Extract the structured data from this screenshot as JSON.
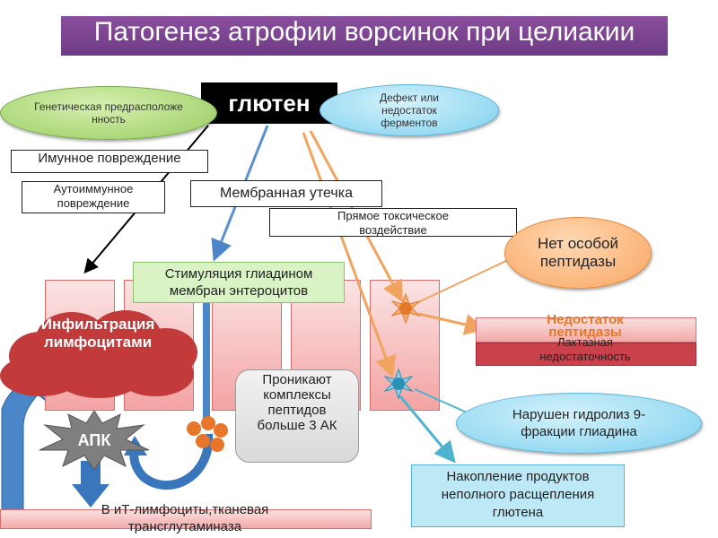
{
  "title": "Патогенез атрофии ворсинок при целиакии",
  "center_node": "глютен",
  "nodes": {
    "genetic": "Генетическая предрасположенность",
    "enzyme_defect": "Дефект или недостаток ферментов",
    "immune": "Имунное повреждение",
    "autoimmune": "Аутоиммунное повреждение",
    "membrane_leak": "Мембранная утечка",
    "direct_toxic": "Прямое токсическое воздействие",
    "no_peptidase": "Нет особой пептидазы",
    "stimulation": "Стимуляция глиадином мембран энтероцитов",
    "infiltration": "Инфильтрация лимфоцитами",
    "peptide_complexes": "Проникают комплексы пептидов больше 3 АК",
    "shortage": "Недостаток пептидазы",
    "lactase": "Лактазная недостаточность",
    "hydrolysis": "Нарушен гидролиз 9-фракции глиадина",
    "apc": "АПК",
    "lymphocytes": "В иТ-лимфоциты,тканевая трансглутаминаза",
    "accumulation": "Накопление продуктов неполного расщепления глютена"
  },
  "colors": {
    "title_bg": "#7b4590",
    "villus": "#f4a3a3",
    "infiltration": "#c23a3a",
    "orange_arrow": "#f0a460",
    "blue_arrow": "#4a86c8",
    "teal_arrow": "#4db3cf"
  },
  "icons": {
    "orange_star": "sunburst-icon",
    "teal_star": "sunburst-icon",
    "peptide_cluster": "molecule-icon"
  }
}
